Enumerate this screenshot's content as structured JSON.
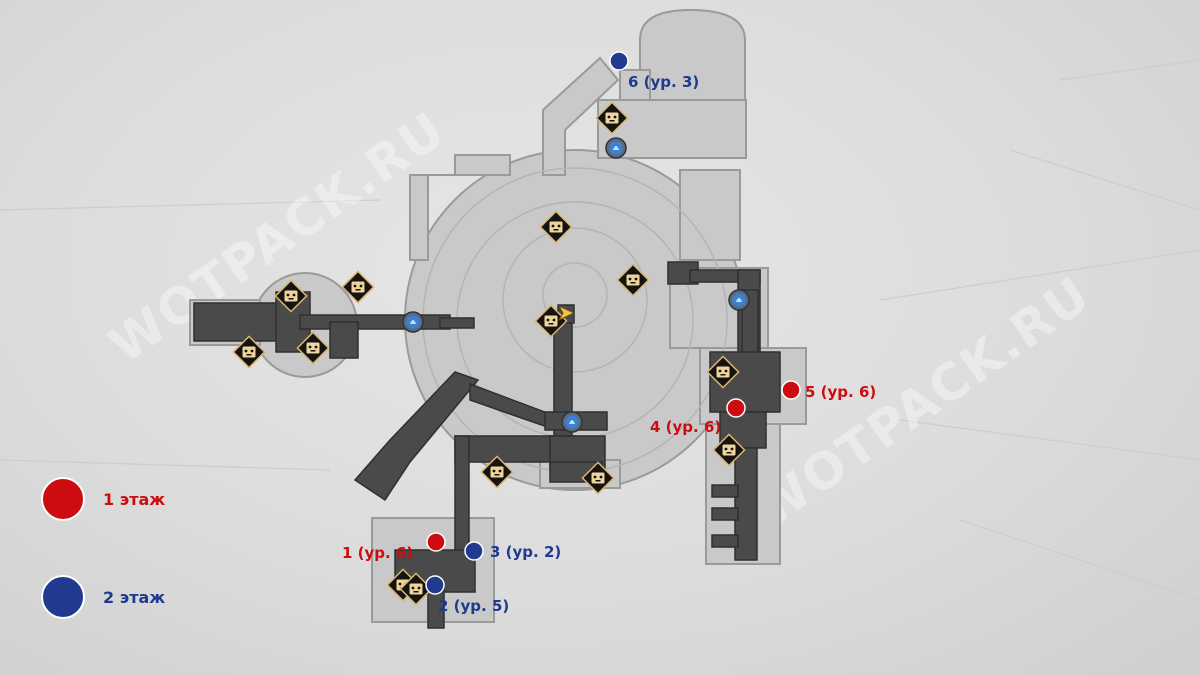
{
  "watermark": "WOTPACK.RU",
  "legend": [
    {
      "label": "1 этаж",
      "color": "#cc0c10"
    },
    {
      "label": "2 этаж",
      "color": "#1f3a8e"
    }
  ],
  "markers": [
    {
      "label": "1 (ур. 6)",
      "floor": 1
    },
    {
      "label": "2 (ур. 5)",
      "floor": 2
    },
    {
      "label": "3 (ур. 2)",
      "floor": 2
    },
    {
      "label": "4 (ур. 6)",
      "floor": 1
    },
    {
      "label": "5 (ур. 6)",
      "floor": 1
    },
    {
      "label": "6 (ур. 3)",
      "floor": 2
    }
  ],
  "icons": {
    "chest": "chest-icon",
    "teleport": "space-anchor-icon",
    "player": "player-position-icon"
  },
  "colors": {
    "floor_1": "#cc0c10",
    "floor_2": "#1f3a8e",
    "chest_fill": "#f0d49a",
    "teleport": "#3a82d6"
  }
}
